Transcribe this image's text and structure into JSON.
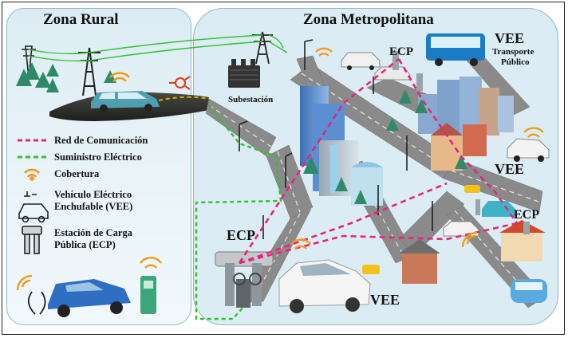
{
  "zones": {
    "rural_title": "Zona Rural",
    "metro_title": "Zona Metropolitana"
  },
  "labels": {
    "substation": "Subestación",
    "ecp_top": "ECP",
    "ecp_right": "ECP",
    "ecp_left": "ECP",
    "vee_top": "VEE",
    "vee_top_sub1": "Transporte",
    "vee_top_sub2": "Público",
    "vee_right": "VEE",
    "vee_bottom": "VEE"
  },
  "legend": {
    "items": [
      {
        "label": "Red de Comunicación",
        "icon": "pink-dashed-line-icon",
        "color": "#e8247a"
      },
      {
        "label": "Suministro Eléctrico",
        "icon": "green-dashed-line-icon",
        "color": "#2fc22f"
      },
      {
        "label": "Cobertura",
        "icon": "wifi-icon",
        "color": "#f29a1b"
      },
      {
        "label": "Vehículo Eléctrico",
        "label2": "Enchufable (VEE)",
        "icon": "electric-car-icon"
      },
      {
        "label": "Estación de Carga",
        "label2": "Pública (ECP)",
        "icon": "charging-station-icon"
      }
    ]
  },
  "colors": {
    "communication": "#e8247a",
    "power": "#2fc22f",
    "coverage": "#f29a1b",
    "road": "#8a8a8a",
    "zone_bg": "#dcecf4"
  }
}
